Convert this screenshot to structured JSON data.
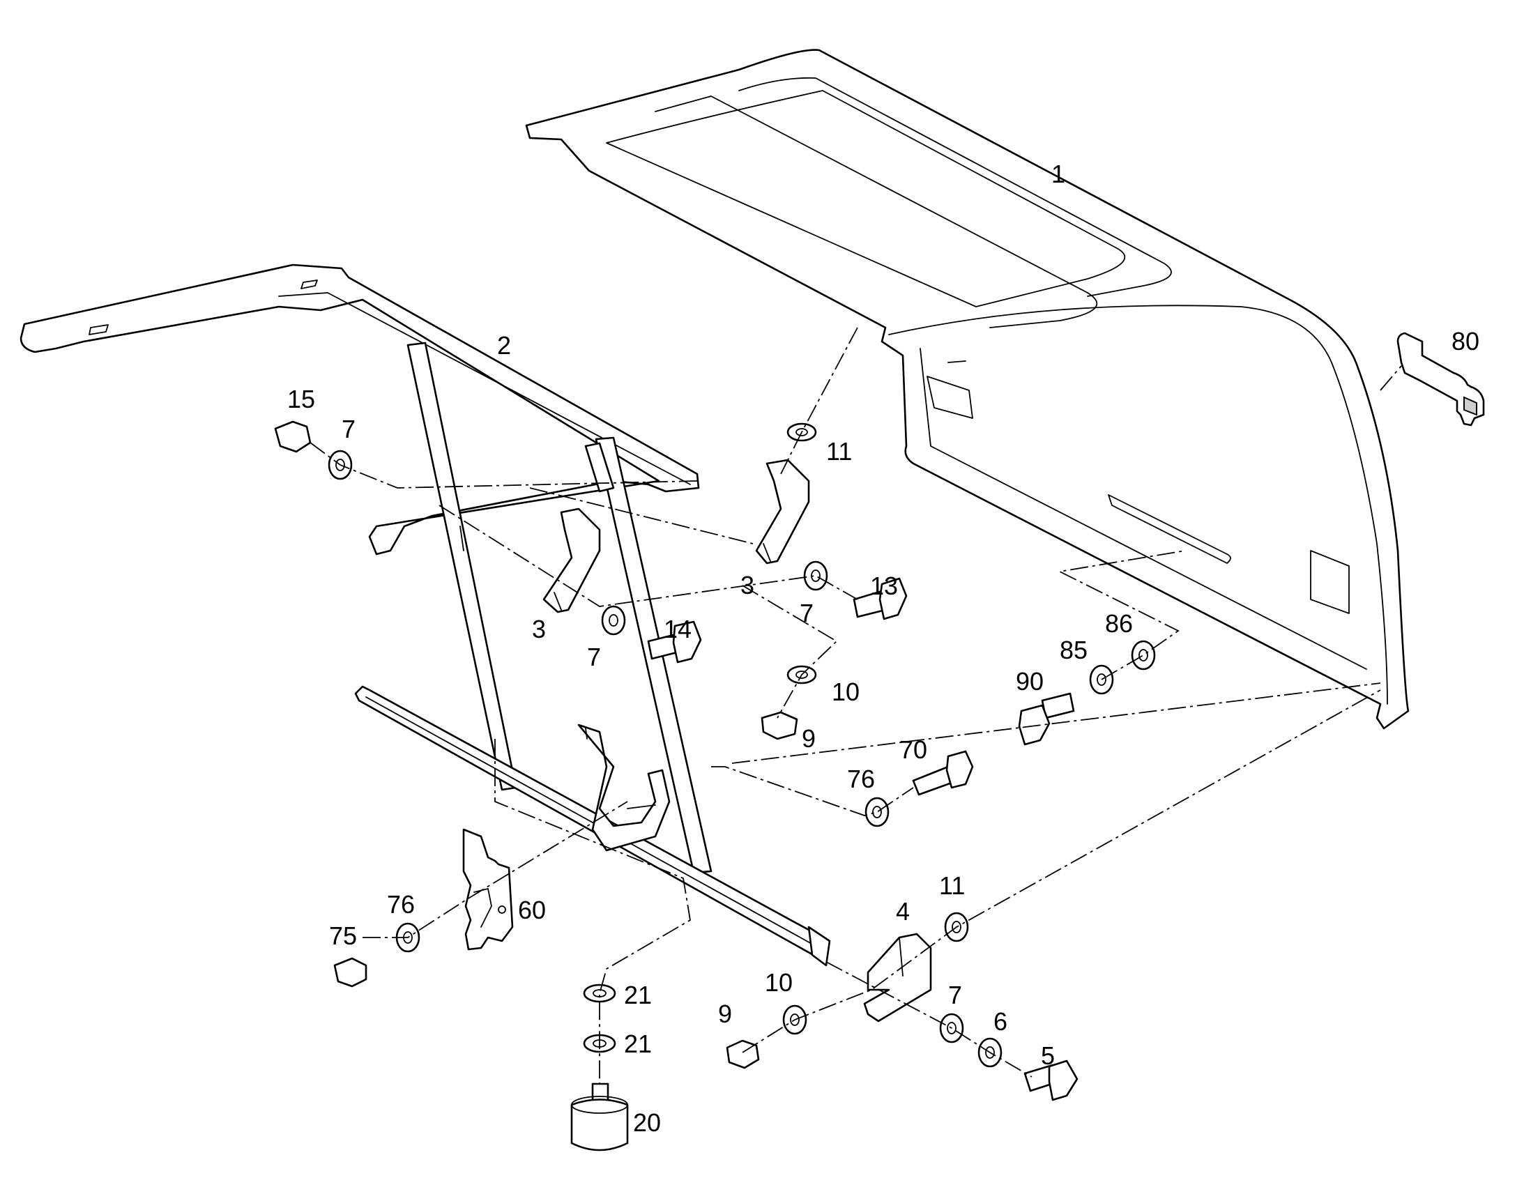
{
  "diagram": {
    "callouts": {
      "c1": "1",
      "c2": "2",
      "c80": "80",
      "c15": "15",
      "c7a": "7",
      "c11a": "11",
      "c3a": "3",
      "c3b": "3",
      "c7b": "7",
      "c13": "13",
      "c14": "14",
      "c7c": "7",
      "c10a": "10",
      "c9a": "9",
      "c86": "86",
      "c85": "85",
      "c90": "90",
      "c70": "70",
      "c76a": "76",
      "c60": "60",
      "c76b": "76",
      "c75": "75",
      "c4": "4",
      "c11b": "11",
      "c10b": "10",
      "c7d": "7",
      "c6": "6",
      "c9b": "9",
      "c5": "5",
      "c21a": "21",
      "c21b": "21",
      "c20": "20"
    }
  }
}
